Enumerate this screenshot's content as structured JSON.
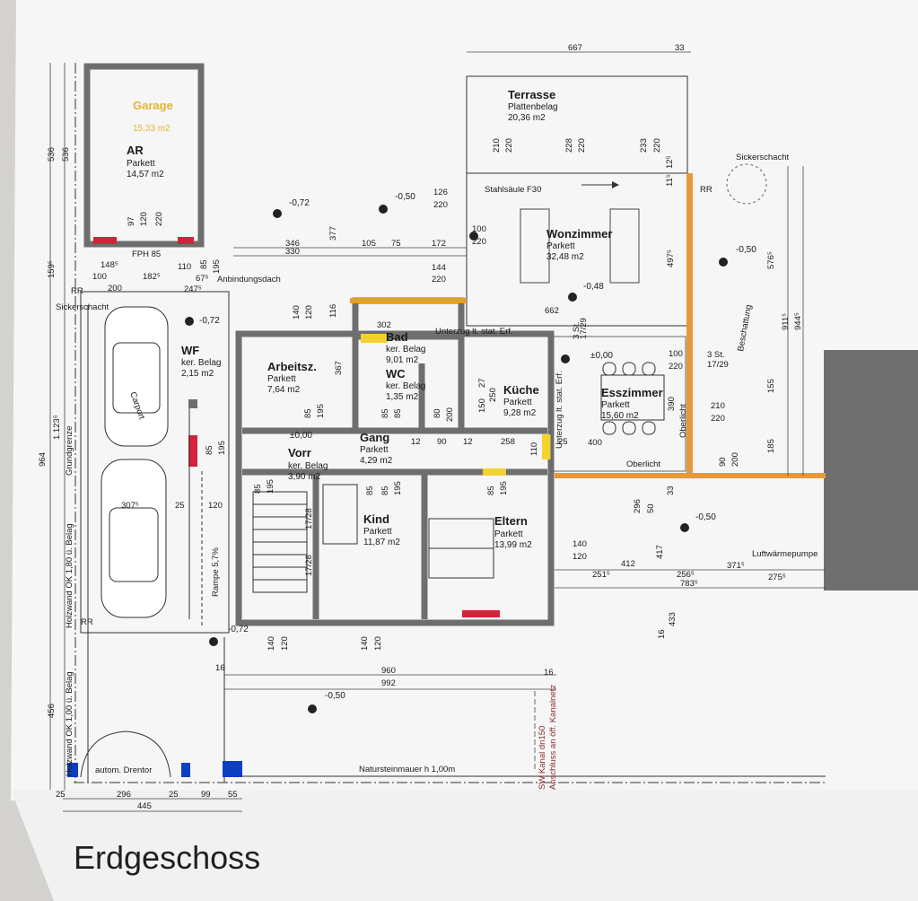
{
  "plan_title": "Erdgeschoss",
  "rooms": [
    {
      "id": "garage",
      "name": "Garage",
      "area": "15,33 m2"
    },
    {
      "id": "ar",
      "name": "AR",
      "floor": "Parkett",
      "area": "14,57 m2"
    },
    {
      "id": "terrasse",
      "name": "Terrasse",
      "floor": "Plattenbelag",
      "area": "20,36 m2"
    },
    {
      "id": "wohnzimmer",
      "name": "Wonzimmer",
      "floor": "Parkett",
      "area": "32,48 m2"
    },
    {
      "id": "bad",
      "name": "Bad",
      "floor": "ker. Belag",
      "area": "9,01 m2"
    },
    {
      "id": "wc",
      "name": "WC",
      "floor": "ker. Belag",
      "area": "1,35 m2"
    },
    {
      "id": "wf",
      "name": "WF",
      "floor": "ker. Belag",
      "area": "2,15 m2"
    },
    {
      "id": "arbeitszimmer",
      "name": "Arbeitsz.",
      "floor": "Parkett",
      "area": "7,64 m2"
    },
    {
      "id": "kueche",
      "name": "Küche",
      "floor": "Parkett",
      "area": "9,28 m2"
    },
    {
      "id": "esszimmer",
      "name": "Esszimmer",
      "floor": "Parkett",
      "area": "15,60 m2"
    },
    {
      "id": "gang",
      "name": "Gang",
      "floor": "Parkett",
      "area": "4,29 m2"
    },
    {
      "id": "vorraum",
      "name": "Vorr",
      "floor": "ker. Belag",
      "area": "3,90 m2"
    },
    {
      "id": "kind",
      "name": "Kind",
      "floor": "Parkett",
      "area": "11,87 m2"
    },
    {
      "id": "eltern",
      "name": "Eltern",
      "floor": "Parkett",
      "area": "13,99 m2"
    }
  ],
  "annotations": {
    "sickerschacht_right": "Sickerschacht",
    "sickerschacht_left": "Sickerschacht",
    "rr": "RR",
    "stahlsaeule": "Stahlsäule F30",
    "anbindungsdach": "Anbindungsdach",
    "fph": "FPH 85",
    "carport": "Carport",
    "grundgrenze": "Grundgrenze",
    "holzwand_180": "Holzwand OK 1,80 ü. Belag",
    "holzwand_100": "Holzwand OK 1,00 ü. Belag",
    "rampe": "Rampe 5,7%",
    "unterzug_top": "Unterzug lt. stat. Erf.",
    "unterzug_side": "Unterzug lt. stat. Erf.",
    "oberlicht_v": "Oberlicht",
    "oberlicht_h": "Oberlicht",
    "beschattung": "Beschattung",
    "luftwaermepumpe": "Luftwärmepumpe",
    "natursteinmauer": "Natursteinmauer h 1,00m",
    "drentor": "autom. Drentor",
    "kanal_1": "SW Kanal dn150",
    "kanal_2": "Anschluss an öff. Kanalnetz",
    "stairs_1": "3 St.",
    "stairs_2": "17/29",
    "stairs_3": "3 St.",
    "stairs_4": "17/29",
    "stairs_5": "17/28",
    "stairs_6": "17/28"
  },
  "levels": {
    "l1": "-0,72",
    "l2": "-0,50",
    "l3": "-0,50",
    "l4": "-0,48",
    "l5": "-0,72",
    "l6": "±0,00",
    "l7": "±0,00",
    "l8": "-0,50",
    "l9": "-0,72",
    "l10": "-0,50"
  },
  "dims": {
    "d667": "667",
    "d33a": "33",
    "d126": "126",
    "d220a": "220",
    "d346": "346",
    "d330": "330",
    "d105": "105",
    "d75": "75",
    "d172": "172",
    "d144": "144",
    "d220b": "220",
    "d662": "662",
    "d536a": "536",
    "d536b": "536",
    "d1595": "159⁵",
    "d1123": "1.123⁵",
    "d964": "964",
    "d456": "456",
    "d1485": "148⁵",
    "d100": "100",
    "d1825": "182⁵",
    "d200": "200",
    "d2475": "247⁵",
    "d110": "110",
    "d675": "67⁵",
    "d377": "377",
    "d367": "367",
    "d140a": "140",
    "d120a": "120",
    "d116": "116",
    "d302": "302",
    "d4975": "497⁵",
    "d5765": "576⁵",
    "d9115": "911⁵",
    "d9445": "944⁵",
    "d155": "155",
    "d185": "185",
    "d390": "390",
    "d210": "210",
    "d220c": "220",
    "d100b": "100",
    "d220d": "220",
    "d258": "258",
    "d400": "400",
    "d25": "25",
    "d90a": "90",
    "d12a": "12",
    "d12b": "12",
    "d296v": "296",
    "d50": "50",
    "d33v": "33",
    "d417": "417",
    "d433": "433",
    "d16v": "16",
    "d140b": "140",
    "d120b": "120",
    "d412": "412",
    "d2515": "251⁵",
    "d2565": "256⁵",
    "d3715": "371⁵",
    "d2755": "275⁵",
    "d7835": "783⁵",
    "d3075": "307⁵",
    "d25b": "25",
    "d120c": "120",
    "d960": "960",
    "d992": "992",
    "d16a": "16",
    "d16b": "16",
    "d140c": "140",
    "d120d": "120",
    "d140d": "140",
    "d120e": "120",
    "d25c": "25",
    "d296": "296",
    "d25d": "25",
    "d99": "99",
    "d55": "55",
    "d445": "445",
    "d210t": "210",
    "d220t": "220",
    "d228t": "228",
    "d220u": "220",
    "d233t": "233",
    "d220v": "220",
    "d115": "11⁵",
    "d125": "12⁵",
    "d97": "97",
    "d120f": "120",
    "d220g": "220",
    "d85a": "85",
    "d85b": "85",
    "d195a": "195",
    "d85c": "85",
    "d195b": "195",
    "d85d": "85",
    "d85e": "85",
    "d80": "80",
    "d200b": "200",
    "d85f": "85",
    "d195c": "195",
    "d85g": "85",
    "d195d": "195",
    "d85h": "85",
    "d195e": "195",
    "d90b": "90",
    "d200c": "200",
    "d150": "150",
    "d27": "27",
    "d250": "250",
    "d110b": "110",
    "d85i": "85",
    "d195f": "195"
  }
}
